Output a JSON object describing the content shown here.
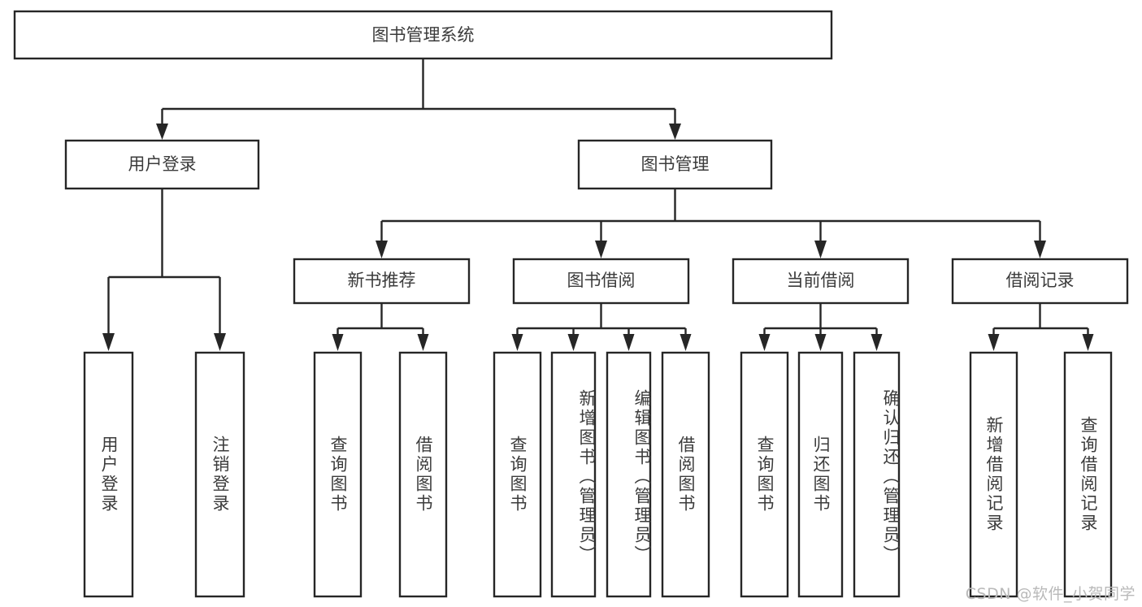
{
  "diagram": {
    "type": "tree-hierarchy",
    "title": "图书管理系统",
    "orientation": "top-down",
    "colors": {
      "box_stroke": "#262626",
      "box_fill": "#ffffff",
      "text": "#3b3b3b",
      "background": "#ffffff",
      "watermark": "#b9b9b9"
    },
    "levels": [
      {
        "level": 1,
        "nodes": [
          {
            "id": "root",
            "label": "图书管理系统",
            "orientation": "horizontal"
          }
        ]
      },
      {
        "level": 2,
        "nodes": [
          {
            "id": "user-login",
            "label": "用户登录",
            "orientation": "horizontal",
            "parent": "root"
          },
          {
            "id": "book-manage",
            "label": "图书管理",
            "orientation": "horizontal",
            "parent": "root"
          }
        ]
      },
      {
        "level": 3,
        "nodes": [
          {
            "id": "new-book-rec",
            "label": "新书推荐",
            "orientation": "horizontal",
            "parent": "book-manage"
          },
          {
            "id": "book-borrow",
            "label": "图书借阅",
            "orientation": "horizontal",
            "parent": "book-manage"
          },
          {
            "id": "current-borrow",
            "label": "当前借阅",
            "orientation": "horizontal",
            "parent": "book-manage"
          },
          {
            "id": "borrow-record",
            "label": "借阅记录",
            "orientation": "horizontal",
            "parent": "book-manage"
          }
        ]
      },
      {
        "level": 4,
        "nodes": [
          {
            "id": "leaf-user-login",
            "label": "用户登录",
            "orientation": "vertical",
            "parent": "user-login",
            "align": "middle"
          },
          {
            "id": "leaf-logout",
            "label": "注销登录",
            "orientation": "vertical",
            "parent": "user-login",
            "align": "middle"
          },
          {
            "id": "leaf-query-book-1",
            "label": "查询图书",
            "orientation": "vertical",
            "parent": "new-book-rec",
            "align": "middle"
          },
          {
            "id": "leaf-borrow-book-1",
            "label": "借阅图书",
            "orientation": "vertical",
            "parent": "new-book-rec",
            "align": "middle"
          },
          {
            "id": "leaf-query-book-2",
            "label": "查询图书",
            "orientation": "vertical",
            "parent": "book-borrow",
            "align": "middle"
          },
          {
            "id": "leaf-add-book",
            "label": "新增图书（管理员）",
            "orientation": "vertical",
            "parent": "book-borrow",
            "align": "top"
          },
          {
            "id": "leaf-edit-book",
            "label": "编辑图书（管理员）",
            "orientation": "vertical",
            "parent": "book-borrow",
            "align": "top"
          },
          {
            "id": "leaf-borrow-book-2",
            "label": "借阅图书",
            "orientation": "vertical",
            "parent": "book-borrow",
            "align": "middle"
          },
          {
            "id": "leaf-query-book-3",
            "label": "查询图书",
            "orientation": "vertical",
            "parent": "current-borrow",
            "align": "middle"
          },
          {
            "id": "leaf-return-book",
            "label": "归还图书",
            "orientation": "vertical",
            "parent": "current-borrow",
            "align": "middle"
          },
          {
            "id": "leaf-confirm-return",
            "label": "确认归还（管理员）",
            "orientation": "vertical",
            "parent": "current-borrow",
            "align": "top"
          },
          {
            "id": "leaf-add-record",
            "label": "新增借阅记录",
            "orientation": "vertical",
            "parent": "borrow-record",
            "align": "middle"
          },
          {
            "id": "leaf-query-record",
            "label": "查询借阅记录",
            "orientation": "vertical",
            "parent": "borrow-record",
            "align": "middle"
          }
        ]
      }
    ]
  },
  "watermark": {
    "text": "CSDN @软件_小贺同学"
  }
}
